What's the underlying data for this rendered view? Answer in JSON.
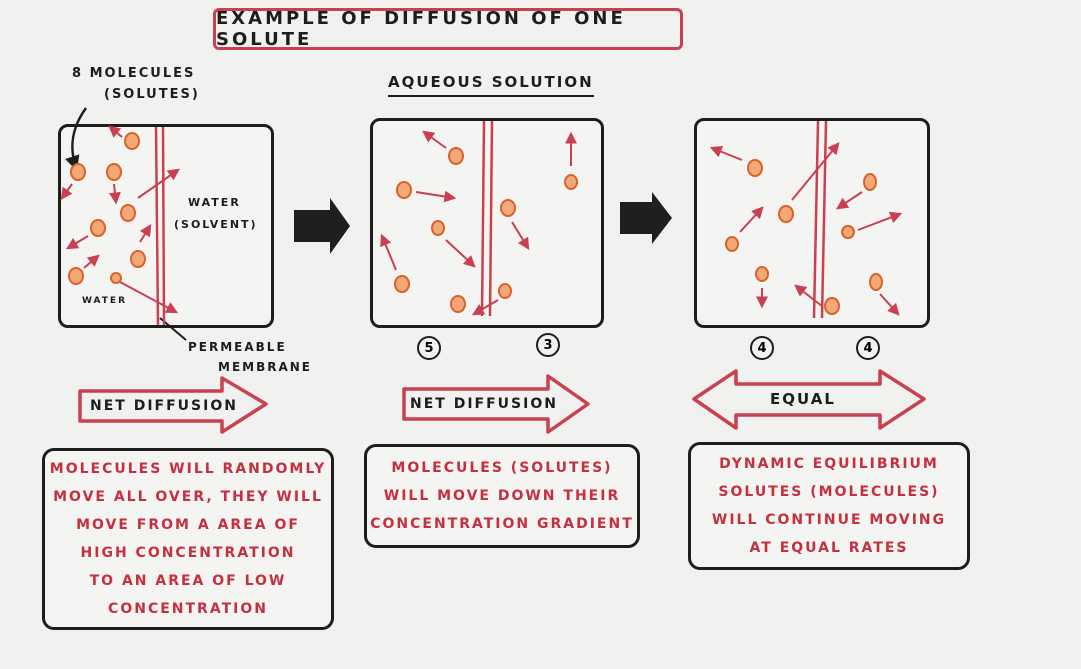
{
  "title": "EXAMPLE OF DIFFUSION OF ONE SOLUTE",
  "subtitle": "AQUEOUS SOLUTION",
  "labels": {
    "molecules": "8 MOLECULES",
    "solutes": "(SOLUTES)",
    "water_solvent_1": "WATER",
    "water_solvent_2": "(SOLVENT)",
    "water": "WATER",
    "membrane_1": "PERMEABLE",
    "membrane_2": "MEMBRANE"
  },
  "counts": {
    "panel2_left": "5",
    "panel2_right": "3",
    "panel3_left": "4",
    "panel3_right": "4"
  },
  "arrows": {
    "first": "NET DIFFUSION",
    "second": "NET DIFFUSION",
    "third": "EQUAL"
  },
  "notes": {
    "first": [
      "MOLECULES WILL RANDOMLY",
      "MOVE ALL OVER, THEY WILL",
      "MOVE FROM A AREA OF",
      "HIGH CONCENTRATION",
      "TO AN AREA OF LOW",
      "CONCENTRATION"
    ],
    "second": [
      "MOLECULES (SOLUTES)",
      "WILL MOVE DOWN THEIR",
      "CONCENTRATION GRADIENT"
    ],
    "third": [
      "DYNAMIC EQUILIBRIUM",
      "SOLUTES (MOLECULES)",
      "WILL CONTINUE MOVING",
      "AT EQUAL RATES"
    ]
  },
  "colors": {
    "ink": "#1d1d1d",
    "red": "#c94050",
    "molecule_fill": "#f2a977",
    "molecule_stroke": "#d9622b"
  }
}
